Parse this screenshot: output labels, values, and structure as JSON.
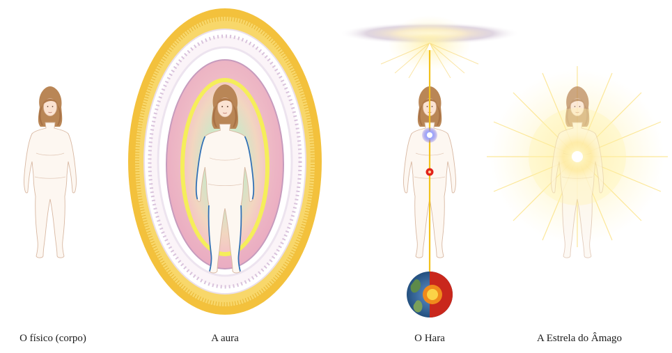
{
  "captions": {
    "physical": "O físico (corpo)",
    "aura": "A aura",
    "hara": "O Hara",
    "core_star": "A Estrela do Âmago"
  }
}
